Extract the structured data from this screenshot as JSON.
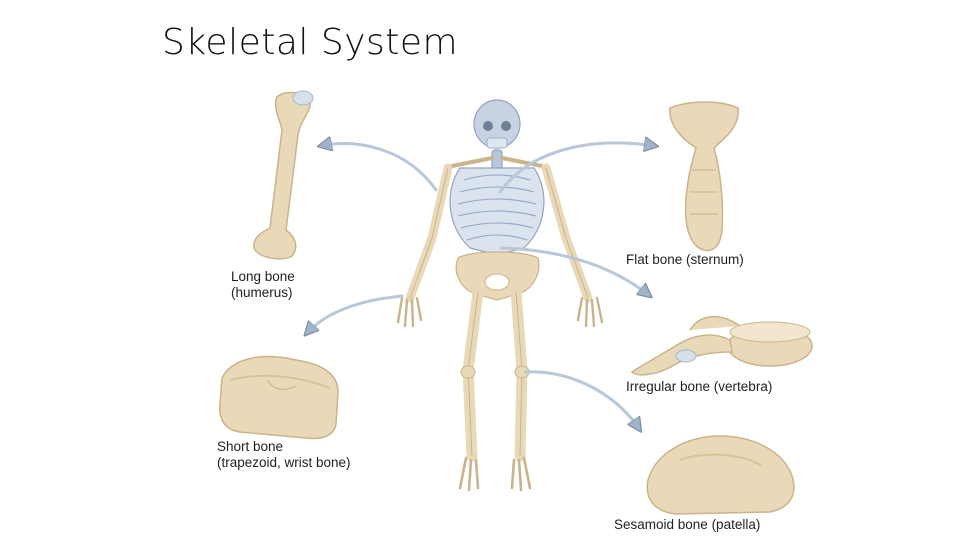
{
  "slide": {
    "title": "Skeletal System"
  },
  "bones": [
    {
      "id": "long",
      "name": "Long bone",
      "example": "(humerus)"
    },
    {
      "id": "flat",
      "name": "Flat bone (sternum)",
      "example": ""
    },
    {
      "id": "irregular",
      "name": "Irregular bone (vertebra)",
      "example": ""
    },
    {
      "id": "short",
      "name": "Short bone",
      "example": "(trapezoid, wrist bone)"
    },
    {
      "id": "sesamoid",
      "name": "Sesamoid bone (patella)",
      "example": ""
    }
  ],
  "colors": {
    "bone": "#ead9b8",
    "bone_shade": "#c9b48c",
    "axial": "#c7d3e3",
    "axial_shade": "#93a4bd",
    "arrow": "#b7c8d8"
  }
}
